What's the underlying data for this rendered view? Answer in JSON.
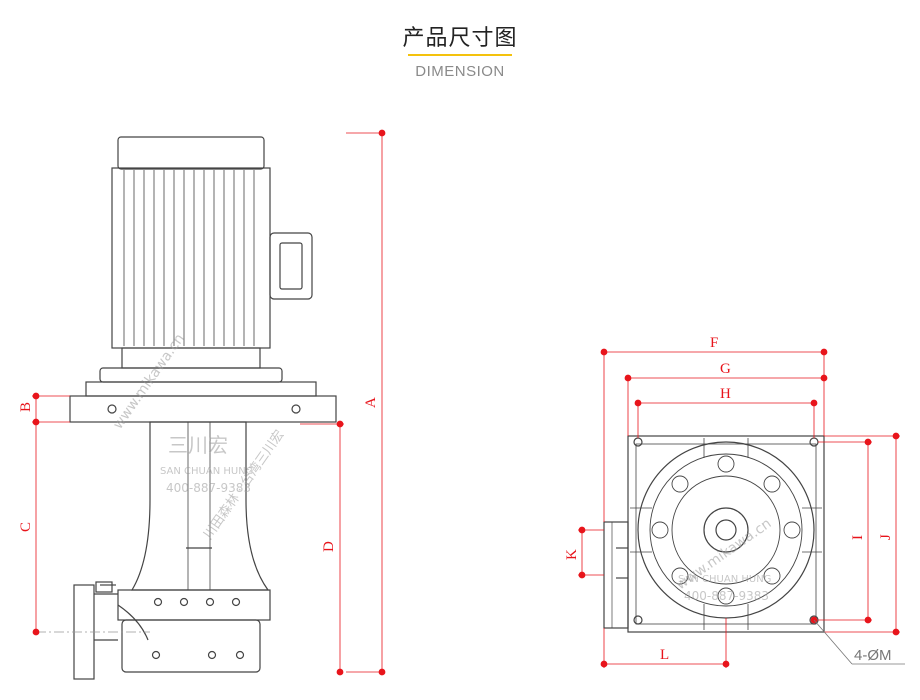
{
  "header": {
    "title": "产品尺寸图",
    "subtitle": "DIMENSION",
    "accent_color": "#f4c20d"
  },
  "colors": {
    "dimension_lines": "#e8141b",
    "outline": "#444444"
  },
  "front_view": {
    "labels": {
      "a": "A",
      "b": "B",
      "c": "C",
      "d": "D"
    }
  },
  "top_view": {
    "labels": {
      "f": "F",
      "g": "G",
      "h": "H",
      "i": "I",
      "j": "J",
      "k": "K",
      "l": "L",
      "holes": "4-ØM"
    }
  },
  "watermark": {
    "url": "www.mikawa.cn",
    "brand": "三川宏",
    "brand_en": "SAN CHUAN HUNG",
    "phone": "400-887-9383",
    "slogan": "川田森林 · 台湾三川宏"
  }
}
